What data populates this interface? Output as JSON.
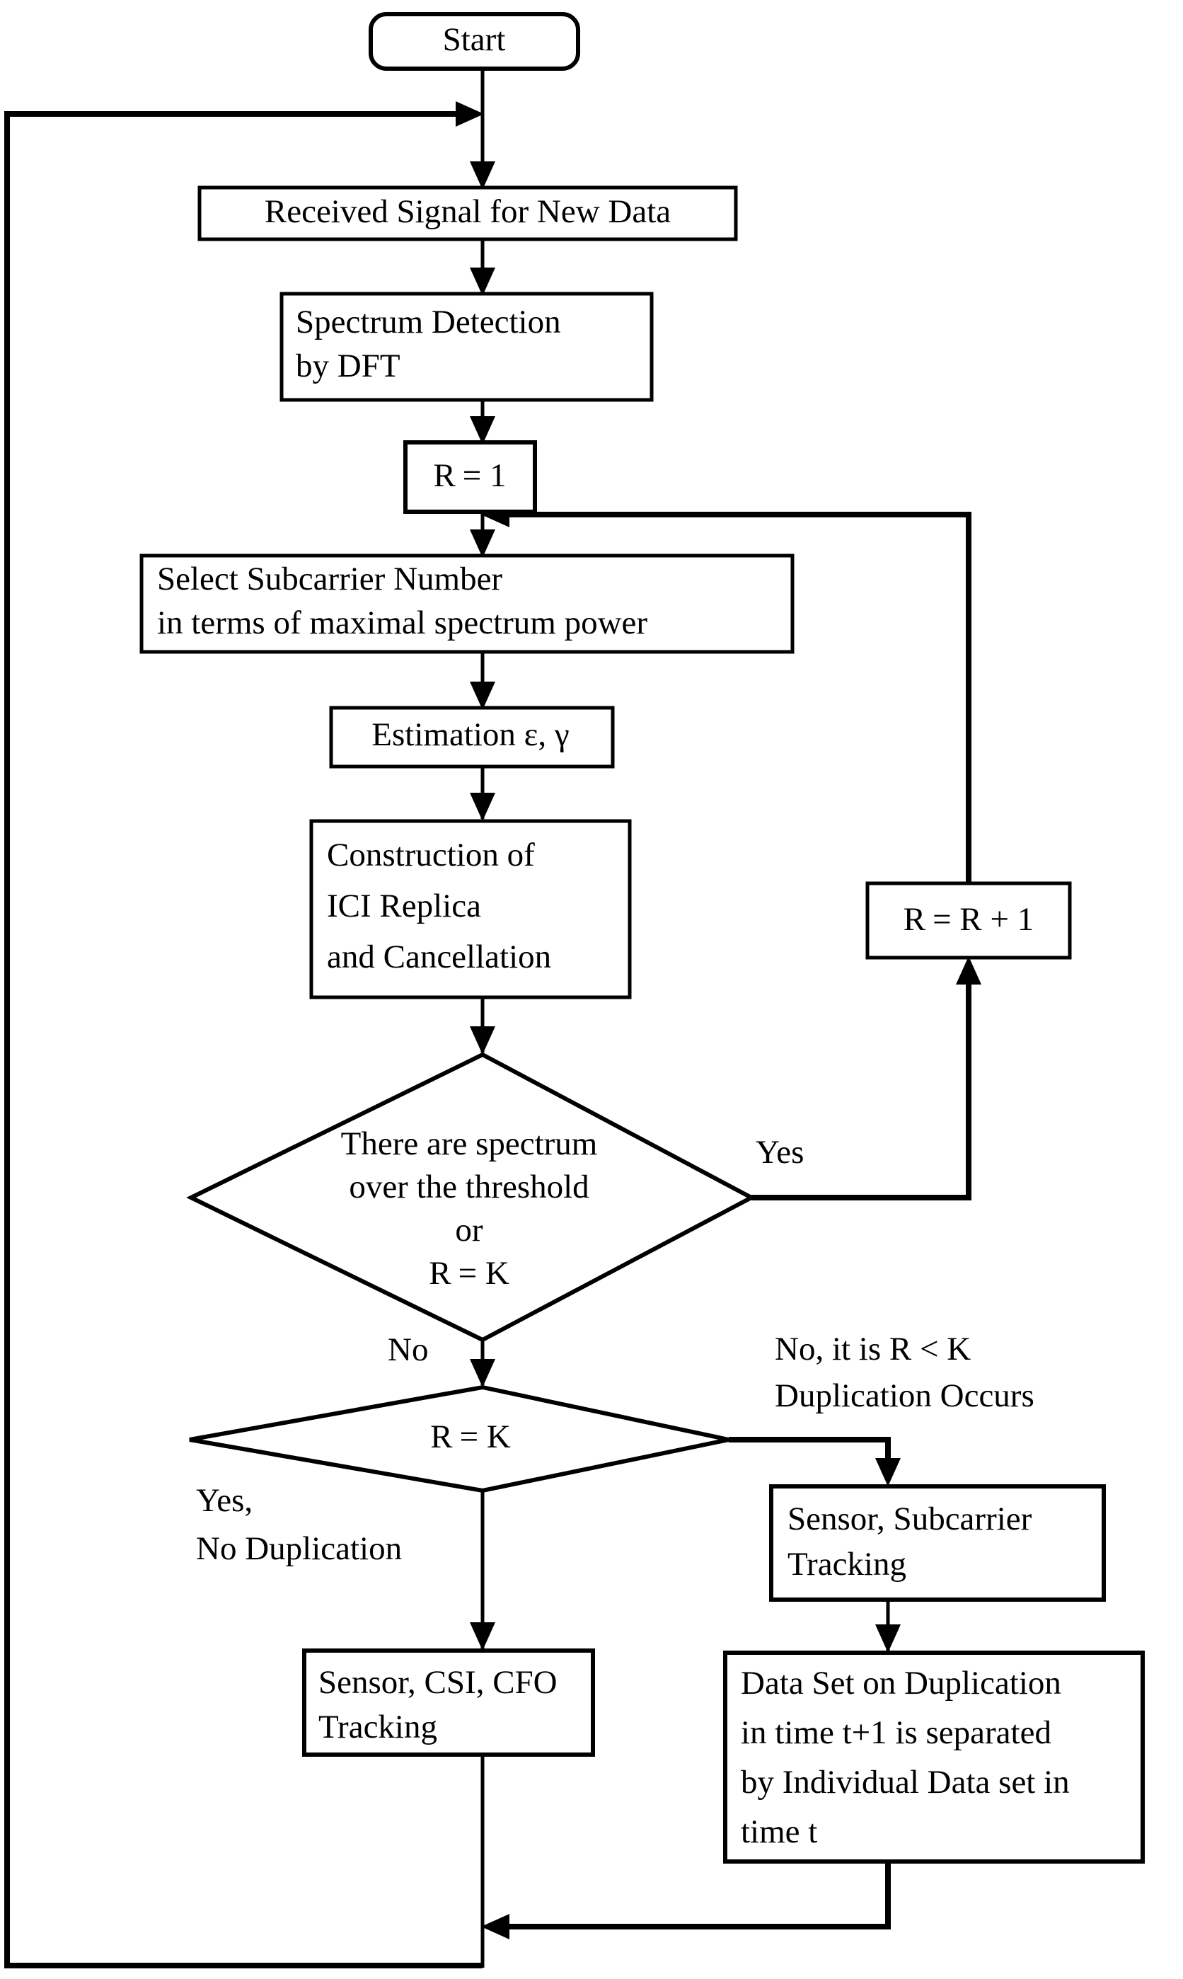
{
  "diagram": {
    "title": "Spectrum Detection and ICI Cancellation Flowchart",
    "type": "flowchart",
    "background_color": "#ffffff",
    "line_color": "#000000",
    "text_color": "#000000"
  },
  "nodes": {
    "start": {
      "shape": "rounded-rectangle",
      "label": "Start"
    },
    "received_signal": {
      "shape": "rectangle",
      "label": "Received Signal for New Data"
    },
    "spectrum_detection": {
      "shape": "rectangle",
      "line1": "Spectrum Detection",
      "line2": "by DFT"
    },
    "r_init": {
      "shape": "rectangle",
      "label": "R = 1",
      "var": "R",
      "expr": "= 1"
    },
    "select_subcarrier": {
      "shape": "rectangle",
      "line1": "Select Subcarrier Number",
      "line2": "in terms of maximal spectrum power"
    },
    "estimation": {
      "shape": "rectangle",
      "label": "Estimation ε, γ"
    },
    "construction": {
      "shape": "rectangle",
      "line1": "Construction of",
      "line2": "ICI Replica",
      "line3": "and Cancellation"
    },
    "decision_spectrum": {
      "shape": "diamond",
      "line1": "There are spectrum",
      "line2": "over the threshold",
      "line3": "or",
      "line4_var": "R",
      "line4_expr": "= K"
    },
    "r_increment": {
      "shape": "rectangle",
      "var": "R",
      "expr": "= R + 1",
      "label": "R = R + 1"
    },
    "decision_rk": {
      "shape": "diamond",
      "var": "R",
      "expr": "= K",
      "label": "R = K"
    },
    "sensor_csi_cfo": {
      "shape": "rectangle",
      "line1": "Sensor, CSI, CFO",
      "line2": "Tracking"
    },
    "sensor_subcarrier": {
      "shape": "rectangle",
      "line1": "Sensor, Subcarrier",
      "line2": "Tracking"
    },
    "data_set_duplication": {
      "shape": "rectangle",
      "line1": "Data Set on Duplication",
      "line2": "in time t+1 is separated",
      "line3": "by Individual Data set in",
      "line4": " time t"
    }
  },
  "edge_labels": {
    "yes_spectrum": "Yes",
    "no_spectrum": "No",
    "yes_no_duplication_line1": "Yes,",
    "yes_no_duplication_line2": "No Duplication",
    "no_rk_line1": "No, it is R < K",
    "no_rk_line2": "Duplication Occurs"
  }
}
